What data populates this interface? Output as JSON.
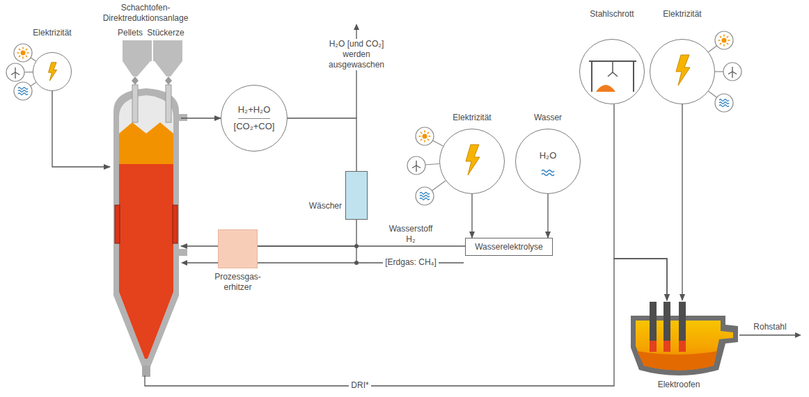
{
  "diagram": {
    "nodes": [
      {
        "text": [
          "Schachtofen- Direktreduktionsanlage",
          "Pellets",
          "Stückerze"
        ]
      },
      {
        "text": [
          "Elektrizität"
        ]
      },
      {
        "text": [
          "H₂+H₂O",
          "[CO₂+CO]"
        ]
      },
      {
        "text": [
          "Wäscher"
        ]
      },
      {
        "text": [
          "Elektrizität"
        ]
      },
      {
        "text": [
          "Wasser",
          "H₂O"
        ]
      },
      {
        "text": [
          "Wasserelektrolyse"
        ]
      },
      {
        "text": [
          "Prozessgas- erhitzer"
        ]
      },
      {
        "text": [
          "Stahlschrott"
        ]
      },
      {
        "text": [
          "Elektrizität"
        ]
      },
      {
        "text": [
          "Elektroofen"
        ]
      }
    ],
    "edges": [
      {
        "from": 1,
        "to": 0,
        "arrow": "to"
      },
      {
        "from": 0,
        "to": 2,
        "arrow": "to"
      },
      {
        "from": 2,
        "to": 3,
        "arrow": "none"
      },
      {
        "from": 3,
        "to": 7,
        "arrow": "none"
      },
      {
        "from": 6,
        "to": 7,
        "label": "Wasserstoff H₂",
        "arrow": "none"
      },
      {
        "from": 7,
        "to": 0,
        "arrow": "to"
      },
      {
        "from": 4,
        "to": 6,
        "arrow": "to"
      },
      {
        "from": 5,
        "to": 6,
        "arrow": "to"
      },
      {
        "from": 0,
        "to": 10,
        "label": "DRI*",
        "arrow": "to"
      },
      {
        "from": 8,
        "to": 10,
        "arrow": "to"
      },
      {
        "from": 9,
        "to": 10,
        "arrow": "to"
      }
    ],
    "labels": [
      "H₂O [und CO₂] werden ausgewaschen",
      "[Erdgas: CH₄]",
      "Rohstahl"
    ]
  }
}
